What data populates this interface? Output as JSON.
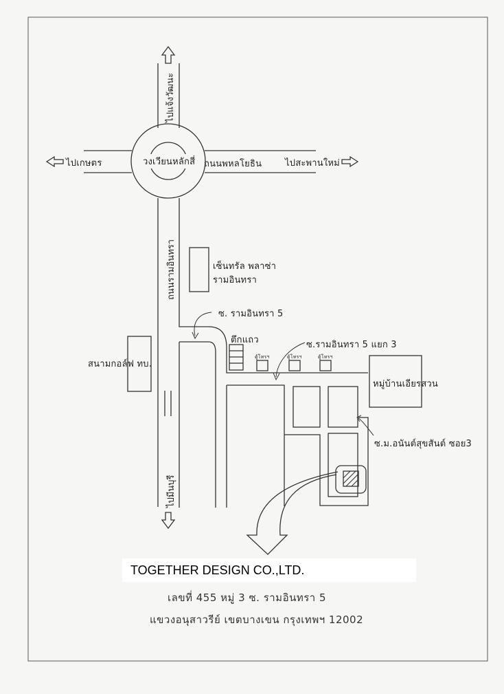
{
  "roads": {
    "to_chaengwattana": "ไปแจ้งวัฒนะ",
    "to_kaset": "ไปเกษตร",
    "roundabout": "วงเวียนหลักสี่",
    "phahonyothin": "ถนนพหลโยธิน",
    "to_saphan_mai": "ไปสะพานใหม่",
    "ramintra_road": "ถนนรามอินทรา",
    "to_minburi": "ไปมีนบุรี",
    "soi_ramintra_5": "ซ. รามอินทรา 5",
    "soi_ramintra_5_yaek_3": "ซ.รามอินทรา 5 แยก 3",
    "soi_anansuksan_3": "ซ.ม.อนันต์สุขสันต์ ซอย3"
  },
  "places": {
    "central_plaza": "เซ็นทรัล พลาซ่า",
    "central_plaza_line2": "รามอินทรา",
    "golf_course": "สนามกอล์ฟ ทบ.",
    "shophouse": "ตึกแถว",
    "village": "หมู่บ้านเอียรสวน",
    "phone_booth": "ตู้โทรฯ"
  },
  "company": {
    "name": "TOGETHER DESIGN CO.,LTD.",
    "address_line1": "เลขที่ 455 หมู่ 3 ซ. รามอินทรา 5",
    "address_line2": "แขวงอนุสาวรีย์ เขตบางเขน กรุงเทพฯ 12002"
  }
}
